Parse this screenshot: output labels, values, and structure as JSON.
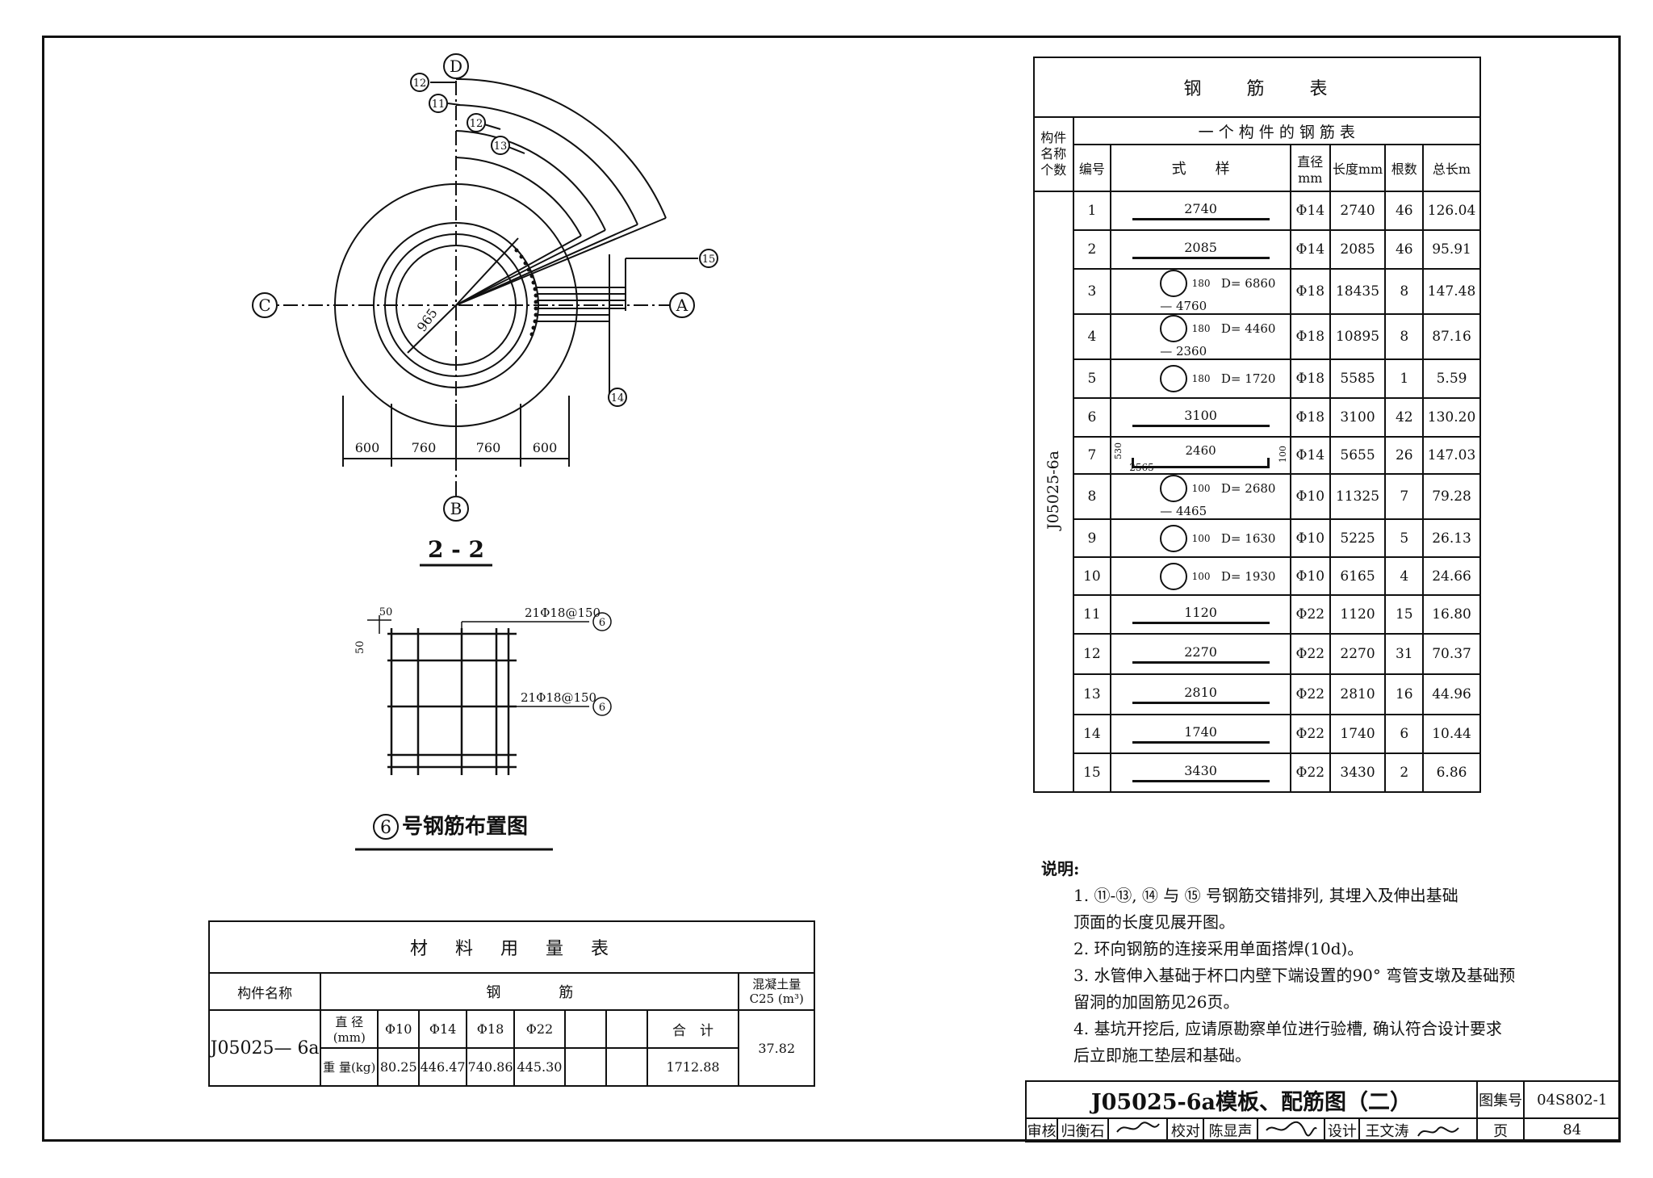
{
  "section": {
    "title": "2 - 2",
    "axes": {
      "top": "D",
      "bottom": "B",
      "left": "C",
      "right": "A"
    },
    "radius_label": "965",
    "dims": [
      "600",
      "760",
      "760",
      "600"
    ],
    "callouts": [
      "12",
      "11",
      "12",
      "13",
      "15",
      "14"
    ]
  },
  "layout6": {
    "title": "号钢筋布置图",
    "circle_num": "6",
    "dim_top": "50",
    "dim_left": "50",
    "label_top": "21Φ18@150",
    "label_mid": "21Φ18@150",
    "ref": "6"
  },
  "rebar_table": {
    "title": "钢　　筋　　表",
    "sub_title": "一 个 构 件 的 钢 筋 表",
    "col_member": "构件名称个数",
    "col_no": "编号",
    "col_shape": "式　　样",
    "col_dia": "直径mm",
    "col_len": "长度mm",
    "col_count": "根数",
    "col_total": "总长m",
    "member": "J05025-6a",
    "rows": [
      {
        "no": "1",
        "shape": "2740",
        "dia": "Φ14",
        "len": "2740",
        "count": "46",
        "total": "126.04"
      },
      {
        "no": "2",
        "shape": "2085",
        "dia": "Φ14",
        "len": "2085",
        "count": "46",
        "total": "95.91"
      },
      {
        "no": "3",
        "shape": "D= 6860 — 4760",
        "dia": "Φ18",
        "len": "18435",
        "count": "8",
        "total": "147.48"
      },
      {
        "no": "4",
        "shape": "D= 4460 — 2360",
        "dia": "Φ18",
        "len": "10895",
        "count": "8",
        "total": "87.16"
      },
      {
        "no": "5",
        "shape": "D= 1720",
        "dia": "Φ18",
        "len": "5585",
        "count": "1",
        "total": "5.59"
      },
      {
        "no": "6",
        "shape": "3100",
        "dia": "Φ18",
        "len": "3100",
        "count": "42",
        "total": "130.20"
      },
      {
        "no": "7",
        "shape": "2460",
        "dia": "Φ14",
        "len": "5655",
        "count": "26",
        "total": "147.03"
      },
      {
        "no": "8",
        "shape": "D= 2680 — 4465",
        "dia": "Φ10",
        "len": "11325",
        "count": "7",
        "total": "79.28"
      },
      {
        "no": "9",
        "shape": "D= 1630",
        "dia": "Φ10",
        "len": "5225",
        "count": "5",
        "total": "26.13"
      },
      {
        "no": "10",
        "shape": "D= 1930",
        "dia": "Φ10",
        "len": "6165",
        "count": "4",
        "total": "24.66"
      },
      {
        "no": "11",
        "shape": "1120",
        "dia": "Φ22",
        "len": "1120",
        "count": "15",
        "total": "16.80"
      },
      {
        "no": "12",
        "shape": "2270",
        "dia": "Φ22",
        "len": "2270",
        "count": "31",
        "total": "70.37"
      },
      {
        "no": "13",
        "shape": "2810",
        "dia": "Φ22",
        "len": "2810",
        "count": "16",
        "total": "44.96"
      },
      {
        "no": "14",
        "shape": "1740",
        "dia": "Φ22",
        "len": "1740",
        "count": "6",
        "total": "10.44"
      },
      {
        "no": "15",
        "shape": "3430",
        "dia": "Φ22",
        "len": "3430",
        "count": "2",
        "total": "6.86"
      }
    ],
    "hook_labels": {
      "h180": "180",
      "h100": "100",
      "r7_left": "530",
      "r7_bottom": "2565",
      "r7_right": "100"
    }
  },
  "material_table": {
    "title": "材　料　用　量　表",
    "col_member": "构件名称",
    "col_steel": "钢　　　　筋",
    "col_concrete": "混凝土量 C25 (m³)",
    "row_dia_label": "直 径(mm)",
    "row_wt_label": "重 量(kg)",
    "diameters": [
      "Φ10",
      "Φ14",
      "Φ18",
      "Φ22",
      "",
      "",
      "",
      "合　计"
    ],
    "weights": [
      "80.25",
      "446.47",
      "740.86",
      "445.30",
      "",
      "",
      "",
      "1712.88"
    ],
    "member": "J05025— 6a",
    "concrete": "37.82"
  },
  "notes": {
    "title": "说明:",
    "items": [
      "1.  ⑪-⑬, ⑭ 与 ⑮ 号钢筋交错排列, 其埋入及伸出基础",
      "      顶面的长度见展开图。",
      "2.  环向钢筋的连接采用单面搭焊(10d)。",
      "3.  水管伸入基础于杯口内壁下端设置的90° 弯管支墩及基础预",
      "      留洞的加固筋见26页。",
      "4.  基坑开挖后, 应请原勘察单位进行验槽, 确认符合设计要求",
      "      后立即施工垫层和基础。"
    ]
  },
  "title_block": {
    "drawing_title": "J05025-6a模板、配筋图（二）",
    "atlas_label": "图集号",
    "atlas_no": "04S802-1",
    "page_label": "页",
    "page_no": "84",
    "review_label": "审核",
    "reviewer": "归衡石",
    "check_label": "校对",
    "checker": "陈显声",
    "design_label": "设计",
    "designer": "王文涛"
  }
}
